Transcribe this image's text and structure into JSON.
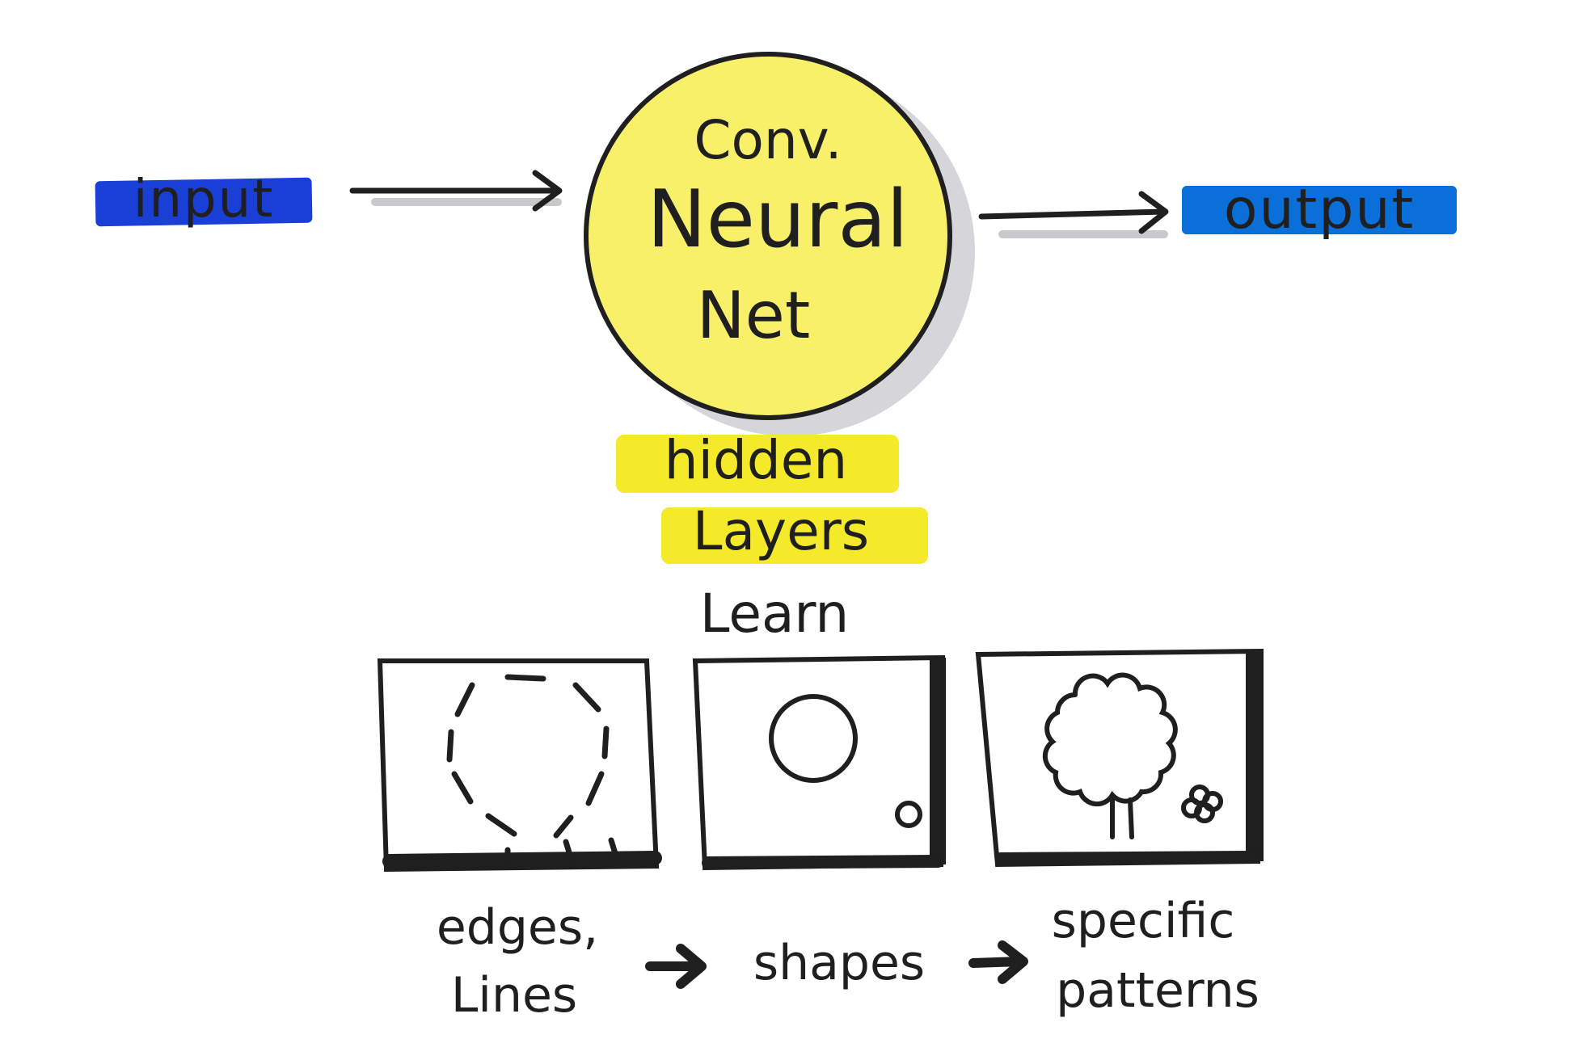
{
  "diagram": {
    "input_label": "input",
    "output_label": "output",
    "network_label": {
      "line1": "Conv.",
      "line2": "Neural",
      "line3": "Net"
    },
    "hidden_label": {
      "line1": "hidden",
      "line2": "Layers"
    },
    "learn_label": "Learn",
    "stages": [
      {
        "line1": "edges,",
        "line2": "Lines"
      },
      {
        "line1": "shapes",
        "line2": ""
      },
      {
        "line1": "specific",
        "line2": "patterns"
      }
    ]
  },
  "colors": {
    "input_highlight": "#1a3fd6",
    "output_highlight": "#0a6fd8",
    "circle_fill": "#f9f06a",
    "hidden_highlight": "#f5ea2a",
    "ink": "#1f1f1f",
    "shadow": "#c9c9cc"
  },
  "icons": [
    "dashed-outline-icon",
    "circle-shapes-icon",
    "tree-flower-icon",
    "arrow-icon"
  ]
}
